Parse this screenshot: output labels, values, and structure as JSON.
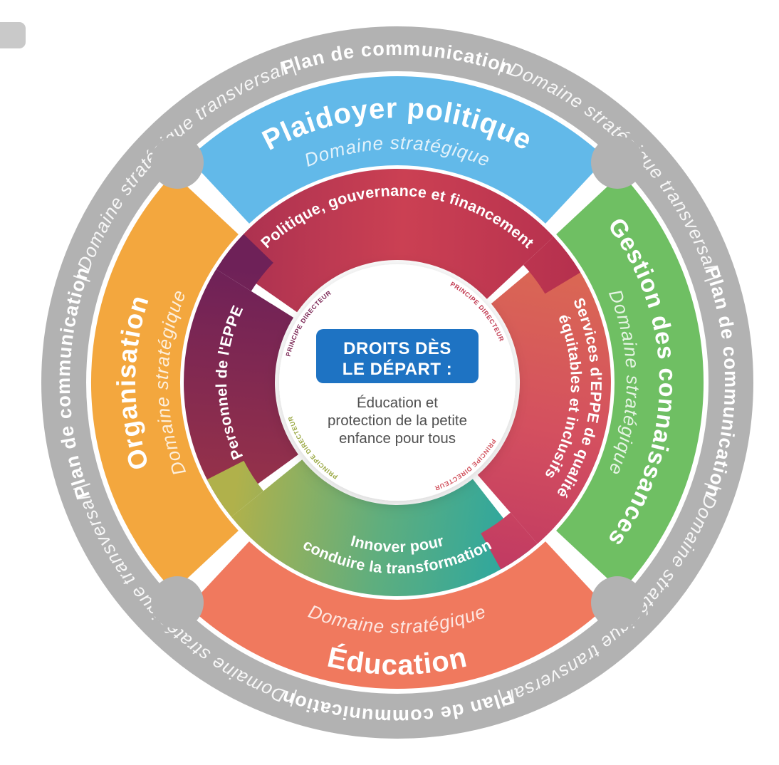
{
  "diagram": {
    "title_badge": {
      "line1": "DROITS DÈS",
      "line2": "LE DÉPART :",
      "color": "#1e73c3"
    },
    "center_description": {
      "line1": "Éducation et",
      "line2": "protection de la petite",
      "line3": "enfance pour tous"
    },
    "outer_ring": {
      "color": "#b2b2b2",
      "segment_bold": "Plan de communication",
      "segment_italic": "| Domaine stratégique transversal |"
    },
    "strategic_domains": {
      "subtitle": "Domaine stratégique",
      "items": [
        {
          "label": "Plaidoyer politique",
          "position": "top",
          "color": "#62b9e9"
        },
        {
          "label": "Gestion des connaissances",
          "position": "right",
          "color": "#6fbf63"
        },
        {
          "label": "Éducation",
          "position": "bottom",
          "color": "#f0795e"
        },
        {
          "label": "Organisation",
          "position": "left",
          "color": "#f3a73e"
        }
      ]
    },
    "priority_areas": {
      "guiding_principle": "PRINCIPE DIRECTEUR",
      "items": [
        {
          "label": "Politique, gouvernance et financement",
          "position": "top",
          "color": "#c23b52"
        },
        {
          "line1": "Services d'EPPE de qualité",
          "line2": "équitables et inclusifs",
          "position": "right",
          "color": "#d25560"
        },
        {
          "line1": "Innover pour",
          "line2": "conduire la transformation",
          "position": "bottom",
          "color": "#2aa7a2"
        },
        {
          "label": "Personnel de l'EPPE",
          "position": "left",
          "color": "#7c2856"
        }
      ]
    }
  }
}
